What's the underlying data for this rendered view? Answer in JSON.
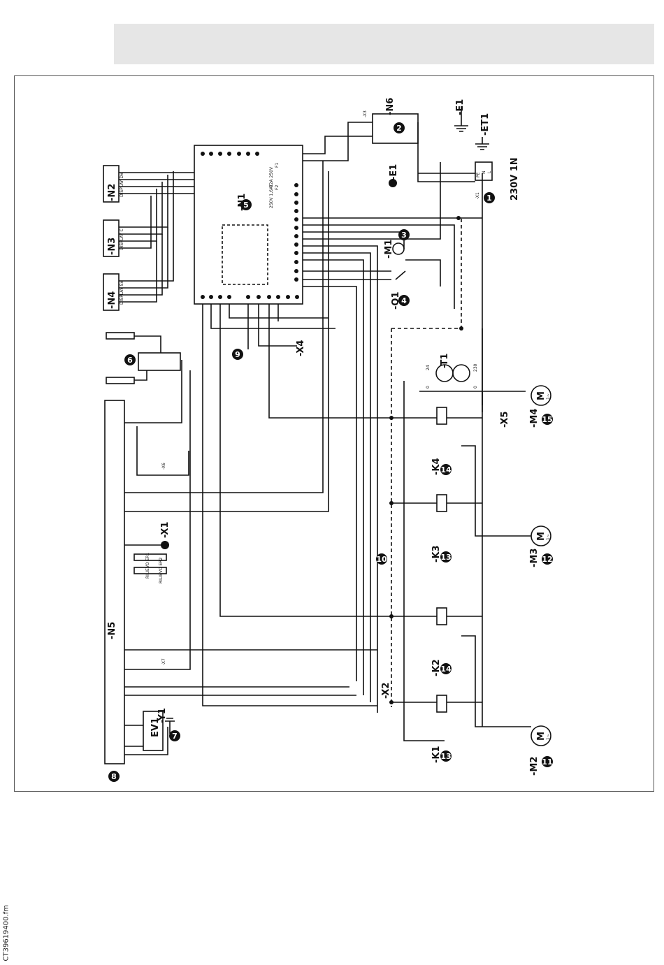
{
  "document": {
    "side_filename": "CT39619400.fm"
  },
  "supply": {
    "label": "230V 1N",
    "terminal": "-X1",
    "pe": "PE",
    "n": "N",
    "l": "L"
  },
  "earth_labels": {
    "e1_top": "-E1",
    "et1": "-ET1",
    "e1_motor": "-E1"
  },
  "boards": {
    "n1": "-N1",
    "n2": "-N2",
    "n3": "-N3",
    "n4": "-N4",
    "n5": "-N5",
    "n6": "-N6",
    "n2_sub": "DISPLAY Dx",
    "n3_sub": "DISPLAY C",
    "n4_sub": "DISPLAY Sx"
  },
  "fuses": {
    "f1": "F1",
    "f2": "F2",
    "f1_rating": "T2A 250V",
    "f2_rating": "250V 1,6AT"
  },
  "components": {
    "m1": "-M1",
    "m2": "-M2",
    "m3": "-M3",
    "m4": "-M4",
    "motor_symbol": "M",
    "motor_phase": "1~",
    "q1": "-Q1",
    "t1": "-T1",
    "k1": "-K1",
    "k2": "-K2",
    "k3": "-K3",
    "k4": "-K4",
    "x1": "-X1",
    "x2": "-X2",
    "x3": "-X3",
    "x4": "-X4",
    "x5": "-X5",
    "x6": "-X6",
    "x7": "-X7",
    "y1": "-Y1",
    "ev1": "EV1"
  },
  "terminal_block": {
    "rilievo_1": "RILIEVO ER1",
    "rilievo_2": "RILIEVO ER2"
  },
  "transformer": {
    "v230": "230",
    "v0a": "0",
    "v24": "24",
    "v0b": "0"
  },
  "callouts": [
    "1",
    "2",
    "3",
    "4",
    "5",
    "6",
    "7",
    "8",
    "9",
    "10",
    "11",
    "12",
    "13",
    "14",
    "13",
    "14",
    "15"
  ]
}
